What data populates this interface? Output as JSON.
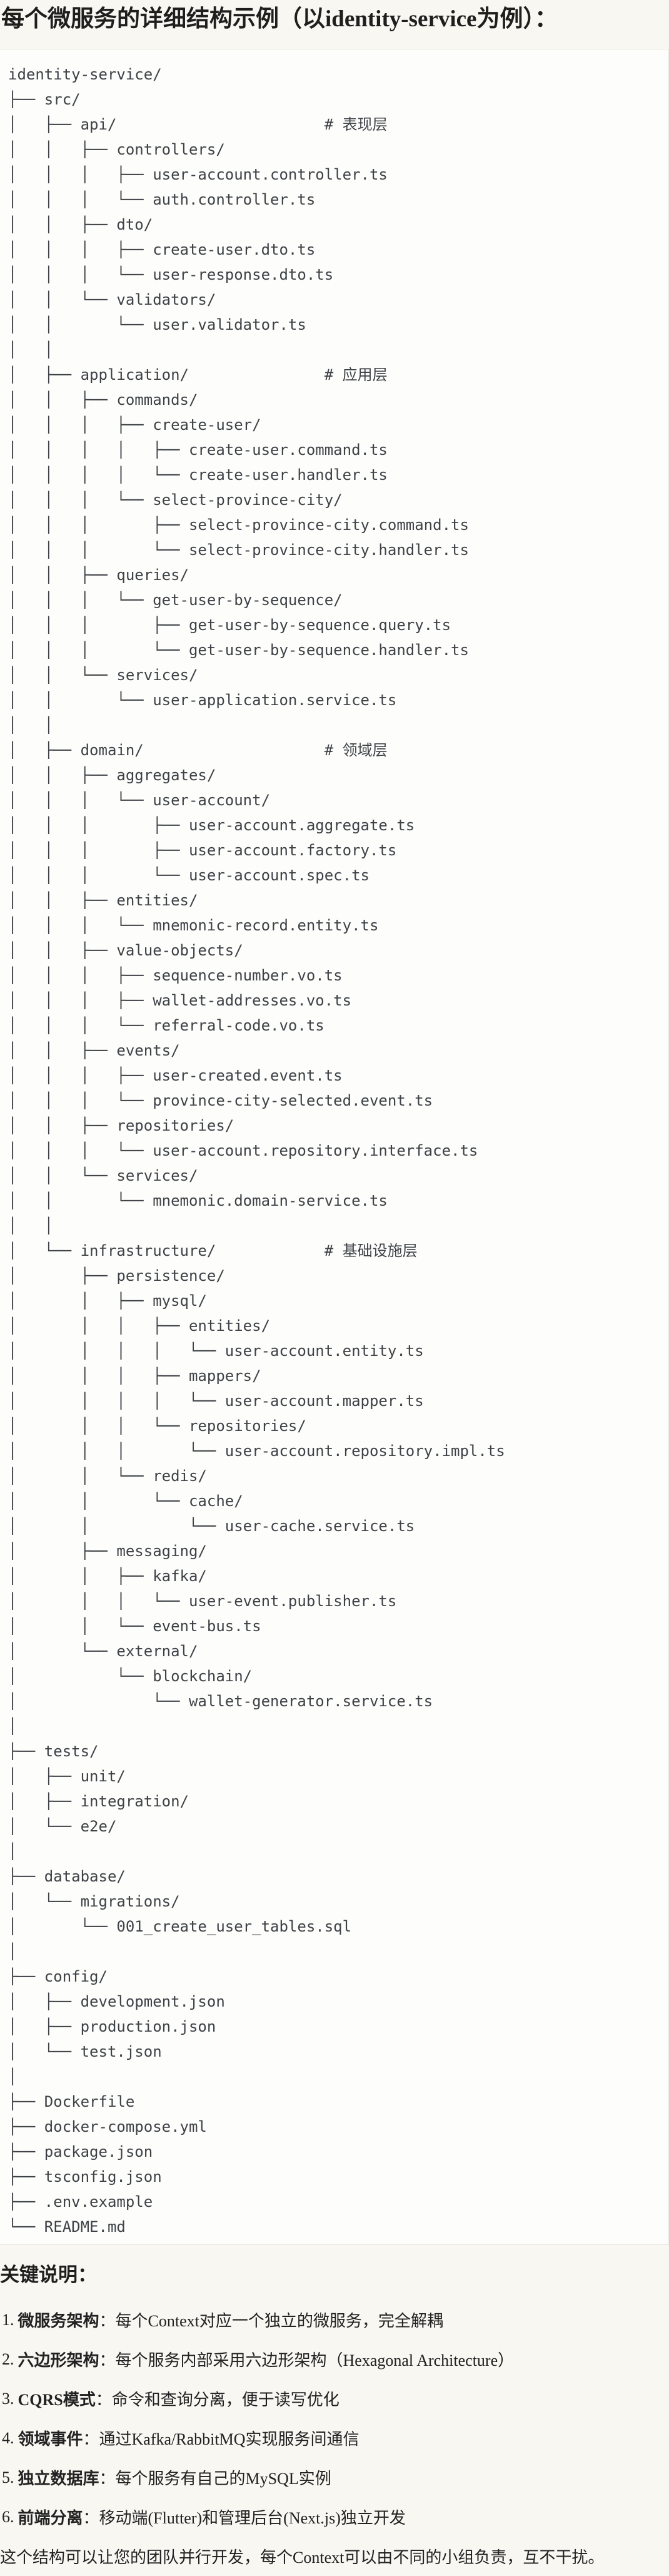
{
  "page": {
    "title": "每个微服务的详细结构示例（以identity-service为例）：",
    "tree_lines": [
      "identity-service/",
      "├── src/",
      "│   ├── api/                       # 表现层",
      "│   │   ├── controllers/",
      "│   │   │   ├── user-account.controller.ts",
      "│   │   │   └── auth.controller.ts",
      "│   │   ├── dto/",
      "│   │   │   ├── create-user.dto.ts",
      "│   │   │   └── user-response.dto.ts",
      "│   │   └── validators/",
      "│   │       └── user.validator.ts",
      "│   │",
      "│   ├── application/               # 应用层",
      "│   │   ├── commands/",
      "│   │   │   ├── create-user/",
      "│   │   │   │   ├── create-user.command.ts",
      "│   │   │   │   └── create-user.handler.ts",
      "│   │   │   └── select-province-city/",
      "│   │   │       ├── select-province-city.command.ts",
      "│   │   │       └── select-province-city.handler.ts",
      "│   │   ├── queries/",
      "│   │   │   └── get-user-by-sequence/",
      "│   │   │       ├── get-user-by-sequence.query.ts",
      "│   │   │       └── get-user-by-sequence.handler.ts",
      "│   │   └── services/",
      "│   │       └── user-application.service.ts",
      "│   │",
      "│   ├── domain/                    # 领域层",
      "│   │   ├── aggregates/",
      "│   │   │   └── user-account/",
      "│   │   │       ├── user-account.aggregate.ts",
      "│   │   │       ├── user-account.factory.ts",
      "│   │   │       └── user-account.spec.ts",
      "│   │   ├── entities/",
      "│   │   │   └── mnemonic-record.entity.ts",
      "│   │   ├── value-objects/",
      "│   │   │   ├── sequence-number.vo.ts",
      "│   │   │   ├── wallet-addresses.vo.ts",
      "│   │   │   └── referral-code.vo.ts",
      "│   │   ├── events/",
      "│   │   │   ├── user-created.event.ts",
      "│   │   │   └── province-city-selected.event.ts",
      "│   │   ├── repositories/",
      "│   │   │   └── user-account.repository.interface.ts",
      "│   │   └── services/",
      "│   │       └── mnemonic.domain-service.ts",
      "│   │",
      "│   └── infrastructure/            # 基础设施层",
      "│       ├── persistence/",
      "│       │   ├── mysql/",
      "│       │   │   ├── entities/",
      "│       │   │   │   └── user-account.entity.ts",
      "│       │   │   ├── mappers/",
      "│       │   │   │   └── user-account.mapper.ts",
      "│       │   │   └── repositories/",
      "│       │   │       └── user-account.repository.impl.ts",
      "│       │   └── redis/",
      "│       │       └── cache/",
      "│       │           └── user-cache.service.ts",
      "│       ├── messaging/",
      "│       │   ├── kafka/",
      "│       │   │   └── user-event.publisher.ts",
      "│       │   └── event-bus.ts",
      "│       └── external/",
      "│           └── blockchain/",
      "│               └── wallet-generator.service.ts",
      "│",
      "├── tests/",
      "│   ├── unit/",
      "│   ├── integration/",
      "│   └── e2e/",
      "│",
      "├── database/",
      "│   └── migrations/",
      "│       └── 001_create_user_tables.sql",
      "│",
      "├── config/",
      "│   ├── development.json",
      "│   ├── production.json",
      "│   └── test.json",
      "│",
      "├── Dockerfile",
      "├── docker-compose.yml",
      "├── package.json",
      "├── tsconfig.json",
      "├── .env.example",
      "└── README.md"
    ],
    "notes": {
      "heading": "关键说明：",
      "items": [
        {
          "num": "1.",
          "term": "微服务架构",
          "text": "：每个Context对应一个独立的微服务，完全解耦"
        },
        {
          "num": "2.",
          "term": "六边形架构",
          "text": "：每个服务内部采用六边形架构（Hexagonal Architecture）"
        },
        {
          "num": "3.",
          "term": "CQRS模式",
          "text": "：命令和查询分离，便于读写优化"
        },
        {
          "num": "4.",
          "term": "领域事件",
          "text": "：通过Kafka/RabbitMQ实现服务间通信"
        },
        {
          "num": "5.",
          "term": "独立数据库",
          "text": "：每个服务有自己的MySQL实例"
        },
        {
          "num": "6.",
          "term": "前端分离",
          "text": "：移动端(Flutter)和管理后台(Next.js)独立开发"
        }
      ],
      "footer": "这个结构可以让您的团队并行开发，每个Context可以由不同的小组负责，互不干扰。"
    },
    "colors": {
      "page_bg": "#F8F7F2",
      "code_bg": "#FDFDFB",
      "code_border": "#E5E3DC",
      "code_text": "#3E4247",
      "heading_text": "#1F1E1D"
    }
  }
}
